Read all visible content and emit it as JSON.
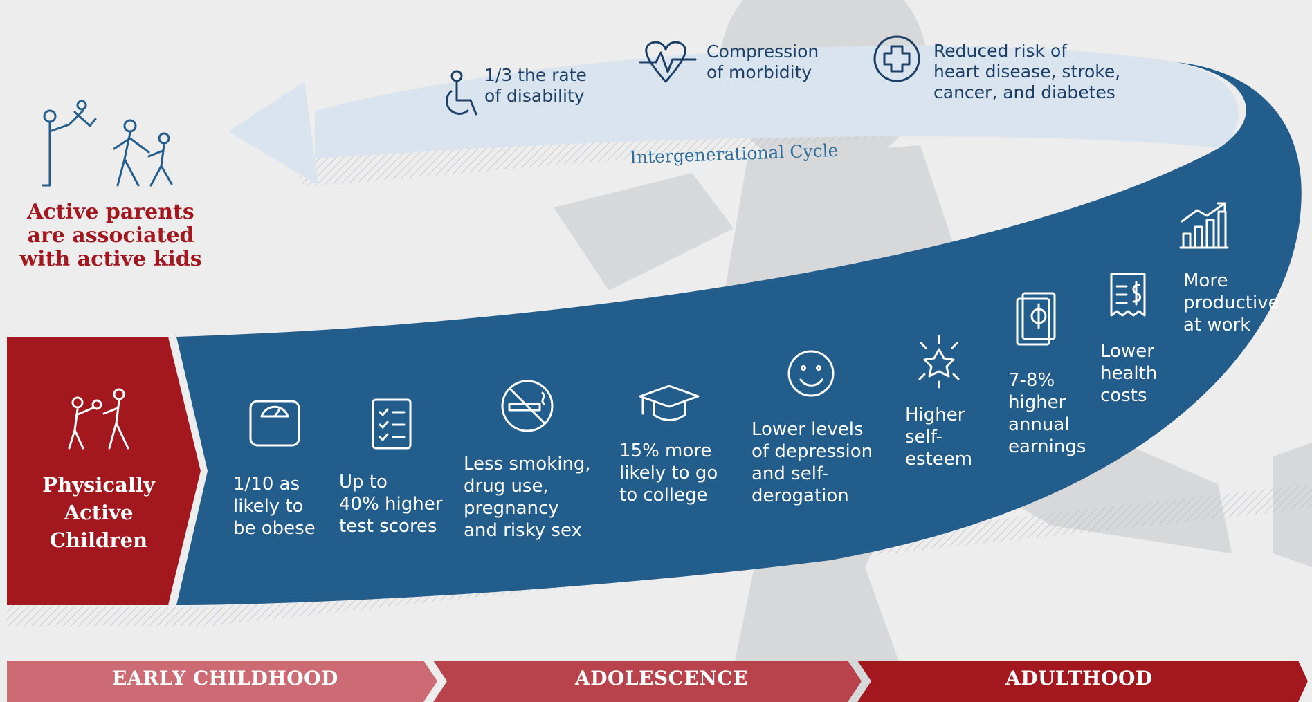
{
  "colors": {
    "red": "#a3181e",
    "blue": "#235d8c",
    "light_blue": "#dae4ee",
    "navy": "#1c3f66"
  },
  "parents_caption": "Active parents\nare associated\nwith active kids",
  "start_box": {
    "title": "Physically\nActive\nChildren",
    "icon": "children-playing-icon"
  },
  "cycle_label": "Intergenerational Cycle",
  "return_benefits": [
    {
      "text": "1/3 the rate\nof disability",
      "icon": "wheelchair-icon"
    },
    {
      "text": "Compression\nof morbidity",
      "icon": "heart-pulse-icon"
    },
    {
      "text": "Reduced risk of\nheart disease, stroke,\ncancer, and diabetes",
      "icon": "medical-cross-icon"
    }
  ],
  "benefits": [
    {
      "text": "1/10 as\nlikely to\nbe obese",
      "icon": "scale-icon"
    },
    {
      "text": "Up to\n40% higher\ntest scores",
      "icon": "checklist-icon"
    },
    {
      "text": "Less smoking,\ndrug use,\npregnancy\nand risky sex",
      "icon": "no-smoking-icon"
    },
    {
      "text": "15% more\nlikely to go\nto college",
      "icon": "graduation-cap-icon"
    },
    {
      "text": "Lower levels\nof depression\nand self-\nderogation",
      "icon": "smiley-icon"
    },
    {
      "text": "Higher\nself-\nesteem",
      "icon": "star-icon"
    },
    {
      "text": "7-8%\nhigher\nannual\nearnings",
      "icon": "money-icon"
    },
    {
      "text": "Lower\nhealth\ncosts",
      "icon": "receipt-icon"
    },
    {
      "text": "More\nproductive\nat work",
      "icon": "growth-chart-icon"
    }
  ],
  "stages": [
    "EARLY CHILDHOOD",
    "ADOLESCENCE",
    "ADULTHOOD"
  ]
}
